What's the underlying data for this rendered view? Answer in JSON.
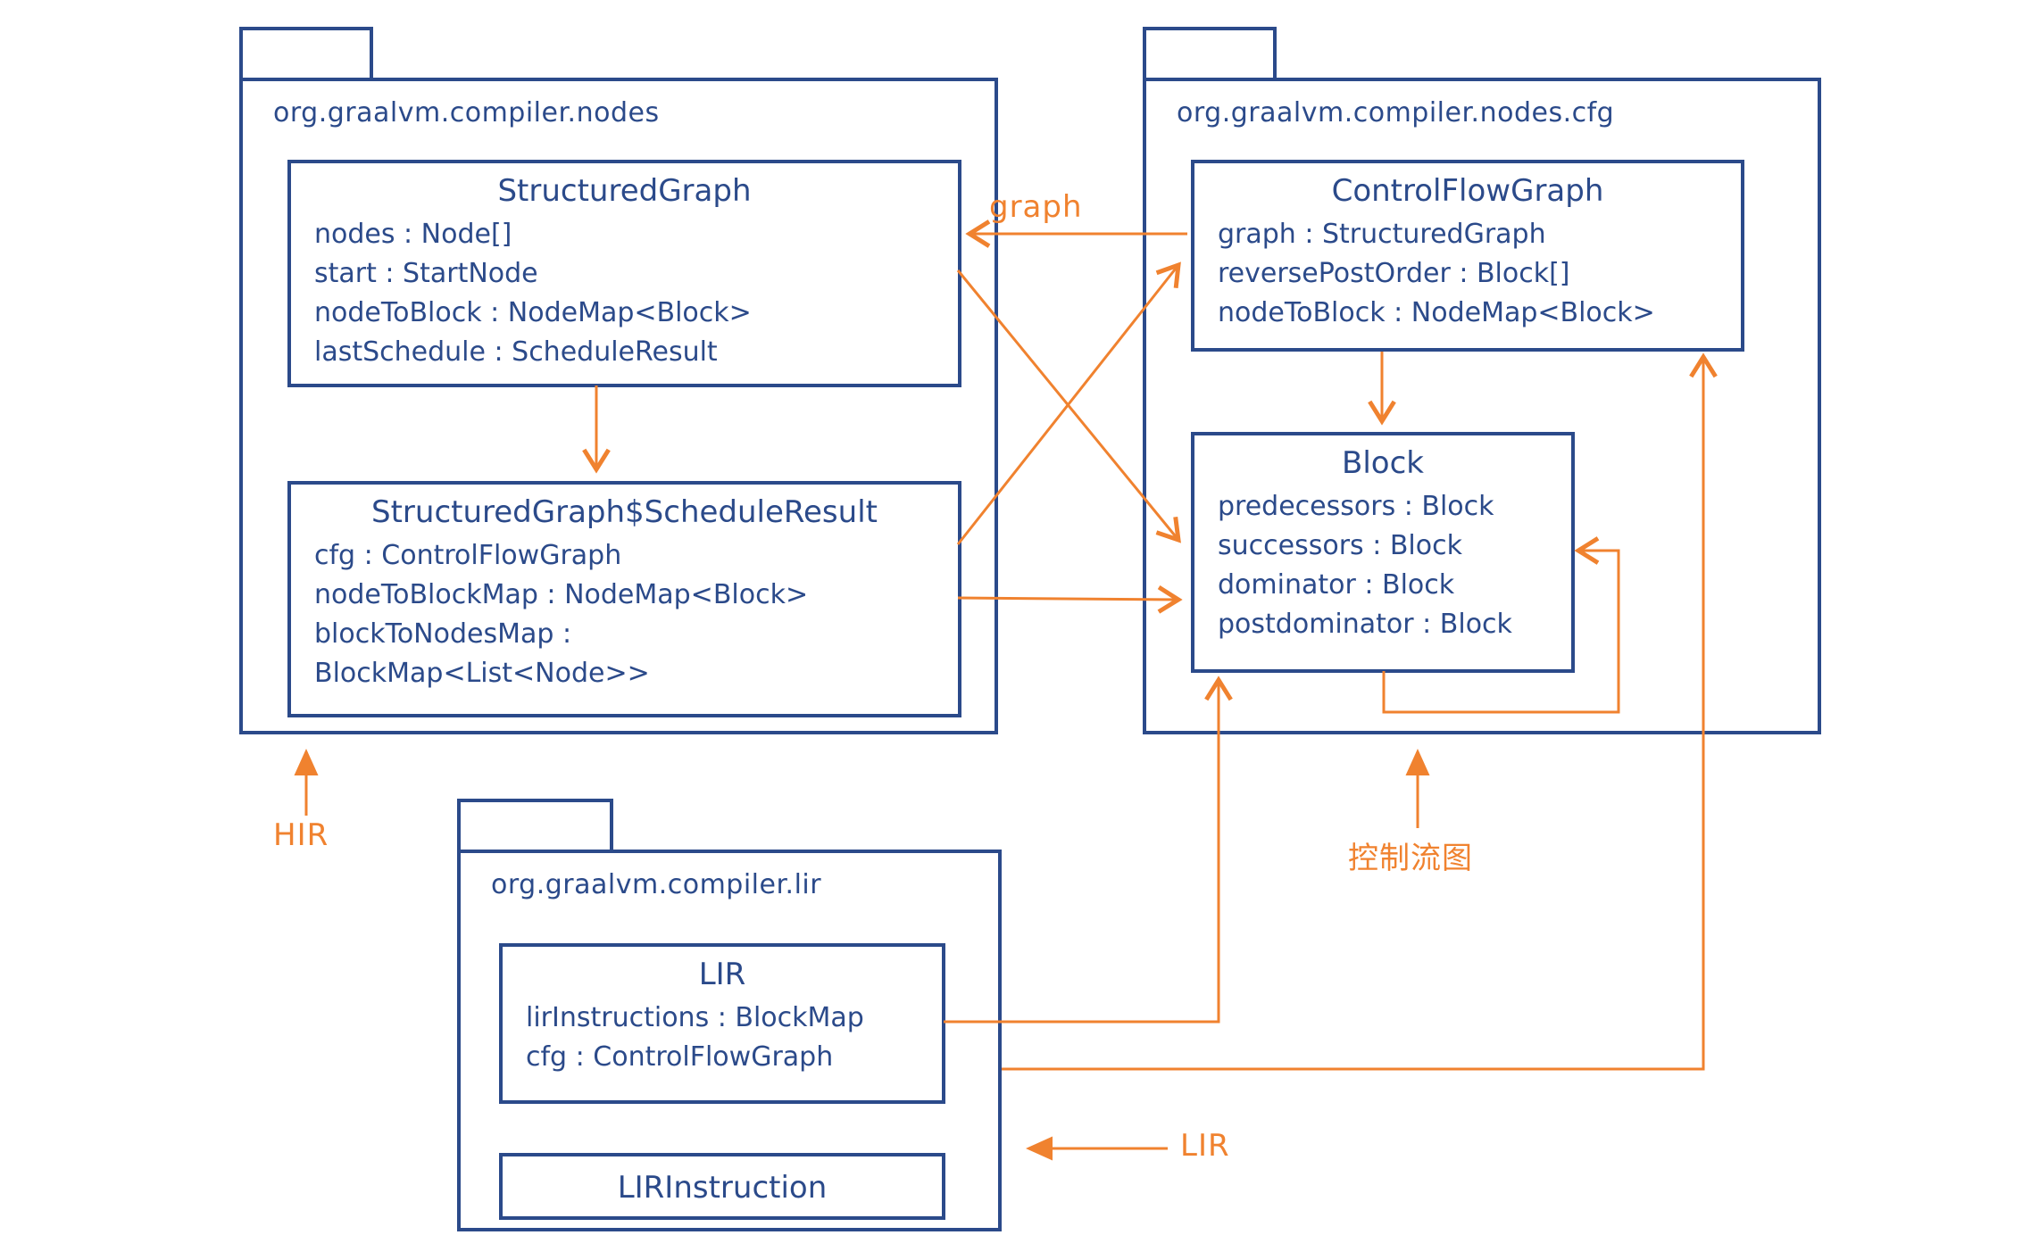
{
  "colors": {
    "ink": "#2b4a8a",
    "accent": "#f0822f",
    "background": "#ffffff"
  },
  "packages": [
    {
      "title": "org.graalvm.compiler.nodes",
      "classes": [
        {
          "title": "StructuredGraph",
          "fields": [
            "nodes : Node[]",
            "start : StartNode",
            "nodeToBlock : NodeMap<Block>",
            "lastSchedule : ScheduleResult"
          ]
        },
        {
          "title": "StructuredGraph$ScheduleResult",
          "fields": [
            "cfg : ControlFlowGraph",
            "nodeToBlockMap : NodeMap<Block>",
            "blockToNodesMap :",
            "BlockMap<List<Node>>"
          ]
        }
      ]
    },
    {
      "title": "org.graalvm.compiler.nodes.cfg",
      "classes": [
        {
          "title": "ControlFlowGraph",
          "fields": [
            "graph : StructuredGraph",
            "reversePostOrder : Block[]",
            "nodeToBlock : NodeMap<Block>"
          ]
        },
        {
          "title": "Block",
          "fields": [
            "predecessors : Block",
            "successors : Block",
            "dominator : Block",
            "postdominator : Block"
          ]
        }
      ]
    },
    {
      "title": "org.graalvm.compiler.lir",
      "classes": [
        {
          "title": "LIR",
          "fields": [
            "lirInstructions : BlockMap",
            "cfg : ControlFlowGraph"
          ]
        },
        {
          "title": "LIRInstruction",
          "fields": []
        }
      ]
    }
  ],
  "annotations": {
    "graph_label": "graph",
    "hir_label": "HIR",
    "control_flow_label_cn": "控制流图",
    "lir_label": "LIR"
  }
}
